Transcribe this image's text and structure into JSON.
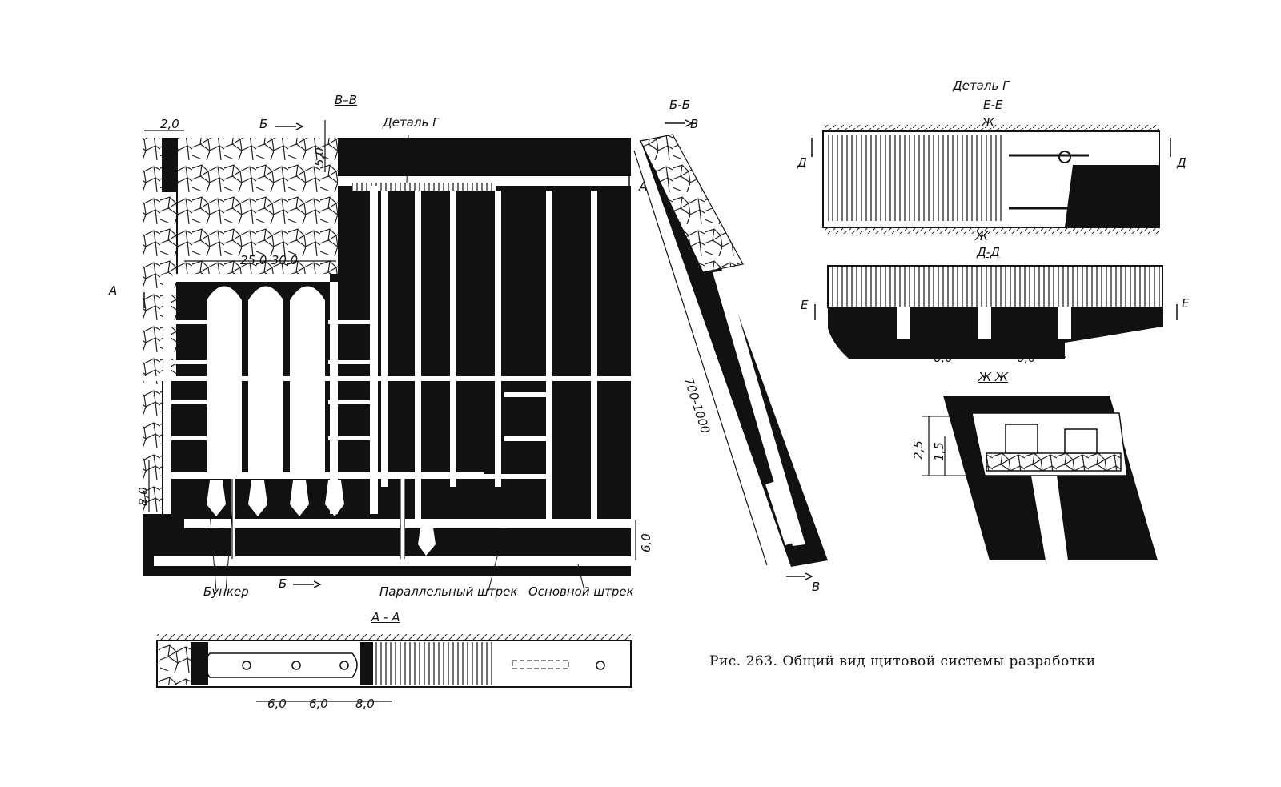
{
  "caption": "Рис. 263. Общий вид щитовой системы разработки",
  "views": {
    "plan": {
      "title": "В–В",
      "detail_label": "Деталь Г",
      "dim_top_left": "2,0",
      "dim_top": "5,0",
      "dim_span": "25,0-30,0",
      "dim_left": "8,0",
      "dim_right": "6,0",
      "mark_a": "А",
      "mark_b": "Б",
      "label_bunker": "Бункер",
      "label_parallel": "Параллельный штрек",
      "label_main": "Основной штрек"
    },
    "section_bb": {
      "title": "Б-Б",
      "mark_v": "В",
      "dim_length": "700-1000"
    },
    "section_aa": {
      "title": "А - А",
      "dims": [
        "6,0",
        "6,0",
        "8,0"
      ]
    },
    "detail_g": {
      "title": "Деталь Г",
      "section_ee": "Е-Е",
      "section_dd": "Д-Д",
      "section_zhzh": "Ж Ж",
      "mark_d": "Д",
      "mark_e": "Е",
      "mark_zh": "Ж",
      "dims_dd": [
        "6,0",
        "6,0"
      ],
      "dims_zh": [
        "2,5",
        "1,5"
      ]
    }
  }
}
